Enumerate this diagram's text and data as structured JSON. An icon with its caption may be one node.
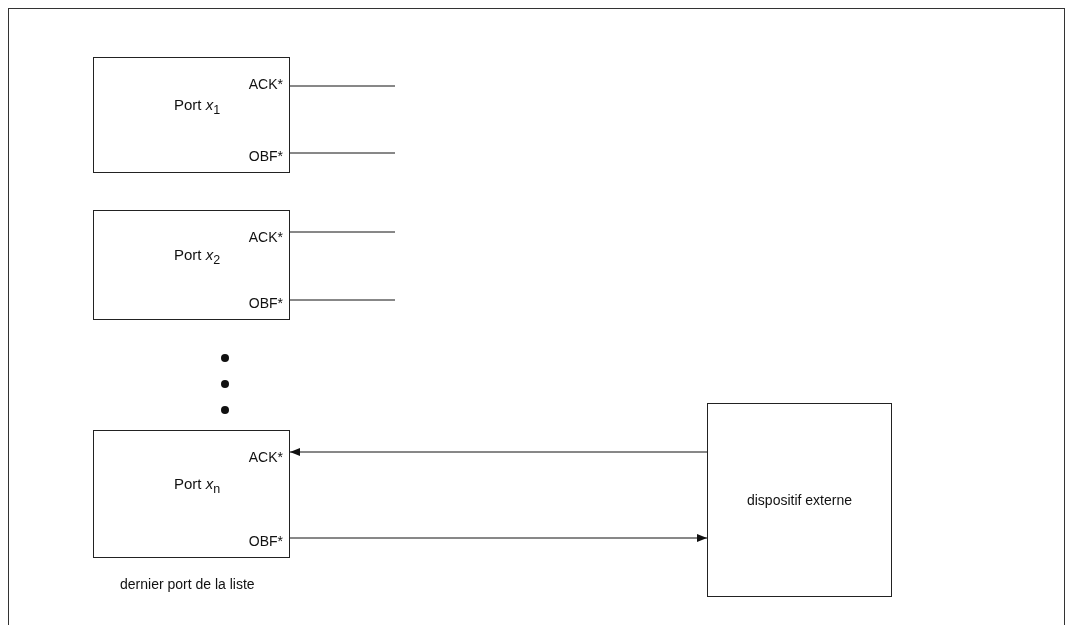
{
  "diagram": {
    "nodes": [
      {
        "text": [
          "Port *x*$_{1}$",
          "ACK*",
          "OBF*"
        ]
      },
      {
        "text": [
          "Port *x*$_{2}$",
          "ACK*",
          "OBF*"
        ]
      },
      {
        "text": [
          "Port *x*$_{n}$",
          "ACK*",
          "OBF*"
        ],
        "beside": [
          "dernier port de la liste"
        ]
      },
      {
        "text": [
          "dispositif externe"
        ]
      }
    ],
    "edges": [
      {
        "from": 0,
        "to": null,
        "arrow": "none"
      },
      {
        "from": 0,
        "to": null,
        "arrow": "none"
      },
      {
        "from": 1,
        "to": null,
        "arrow": "none"
      },
      {
        "from": 1,
        "to": null,
        "arrow": "none"
      },
      {
        "from": 3,
        "to": 2,
        "arrow": "to"
      },
      {
        "from": 2,
        "to": 3,
        "arrow": "to"
      }
    ]
  }
}
